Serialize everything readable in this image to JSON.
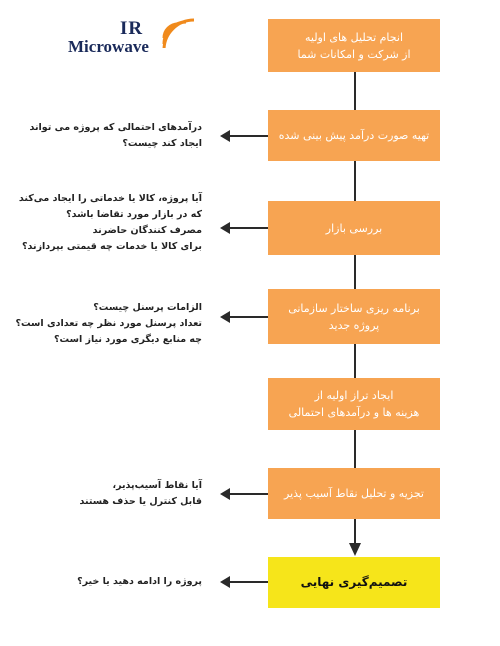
{
  "logo": {
    "line1": "IR",
    "line2": "Microwave"
  },
  "steps": [
    {
      "lines": [
        "انجام تحلیل های اولیه",
        "از شرکت و امکانات شما"
      ]
    },
    {
      "lines": [
        "تهیه صورت درآمد پیش بینی شده"
      ]
    },
    {
      "lines": [
        "بررسی بازار"
      ]
    },
    {
      "lines": [
        "برنامه ریزی ساختار سازمانی",
        "پروژه جدید"
      ]
    },
    {
      "lines": [
        "ایجاد تراز اولیه از",
        "هزینه ها و درآمدهای احتمالی"
      ]
    },
    {
      "lines": [
        "تجزیه و تحلیل نقاط آسیب پذیر"
      ]
    },
    {
      "lines": [
        "تصمیم‌گیری نهایی"
      ]
    }
  ],
  "questions": [
    {
      "lines": [
        "درآمدهای احتمالی که پروژه می تواند",
        "ایجاد کند چیست؟"
      ]
    },
    {
      "lines": [
        "آیا پروژه، کالا یا خدماتی را ایجاد می‌کند",
        "که در بازار مورد تقاضا باشد؟",
        "مصرف کنندگان حاضرند",
        "برای کالا یا خدمات چه قیمتی بپردازند؟"
      ]
    },
    {
      "lines": [
        "الزامات پرسنل چیست؟",
        "تعداد پرسنل مورد نظر چه تعدادی است؟",
        "چه منابع دیگری مورد نیاز است؟"
      ]
    },
    {
      "lines": [
        "آیا نقاط آسیب‌پذیر،",
        "قابل کنترل یا حذف هستند"
      ]
    },
    {
      "lines": [
        "پروژه را ادامه دهید یا خیر؟"
      ]
    }
  ],
  "colors": {
    "step": "#f7a452",
    "final_step": "#f6e51a",
    "logo_text": "#1a2a5a",
    "logo_waves": "#f08a1c"
  },
  "icons": [
    "signal-waves-icon"
  ]
}
